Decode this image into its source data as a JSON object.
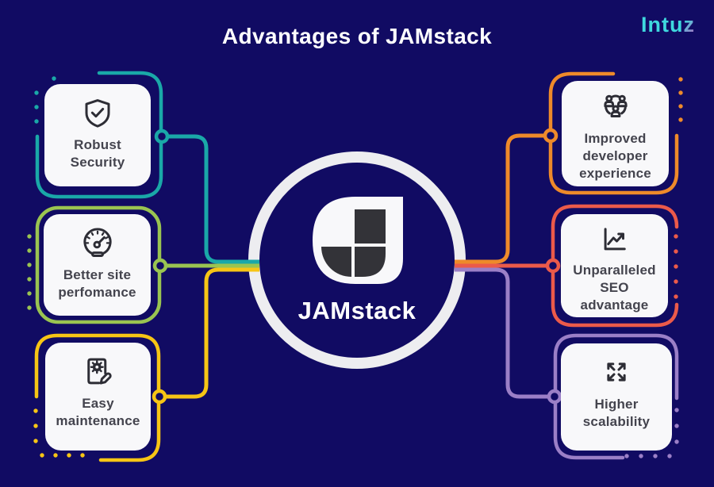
{
  "title": "Advantages of JAMstack",
  "brand": {
    "name": "Intuz",
    "text_main": "Intu",
    "text_accent": "z"
  },
  "center": {
    "label": "JAMstack",
    "logo": "jamstack-logo"
  },
  "cards": [
    {
      "id": "robust-security",
      "label": "Robust\nSecurity",
      "icon": "shield-check-icon",
      "accent": "#1AA8A8",
      "side": "left"
    },
    {
      "id": "better-site-performance",
      "label": "Better site\nperfomance",
      "icon": "speedometer-icon",
      "accent": "#9AC451",
      "side": "left"
    },
    {
      "id": "easy-maintenance",
      "label": "Easy\nmaintenance",
      "icon": "document-tools-icon",
      "accent": "#F7C515",
      "side": "left"
    },
    {
      "id": "improved-developer-experience",
      "label": "Improved\ndeveloper\nexperience",
      "icon": "team-icon",
      "accent": "#EE8A2A",
      "side": "right"
    },
    {
      "id": "unparalleled-seo-advantage",
      "label": "Unparalleled\nSEO\nadvantage",
      "icon": "growth-chart-icon",
      "accent": "#EB5A4A",
      "side": "right"
    },
    {
      "id": "higher-scalability",
      "label": "Higher\nscalability",
      "icon": "expand-arrows-icon",
      "accent": "#9B7FC7",
      "side": "right"
    }
  ],
  "colors": {
    "navy": "#110B63",
    "card": "#F8F8FA",
    "ink": "#2D2D35",
    "label": "#44444E",
    "white": "#FFFFFF",
    "teal": "#1AA8A8",
    "green": "#9AC451",
    "yellow": "#F7C515",
    "orange": "#EE8A2A",
    "red": "#EB5A4A",
    "purple": "#9B7FC7",
    "cyan": "#3FD8DE",
    "ringWhite": "#EDEDF0",
    "logoDark": "#333338"
  }
}
